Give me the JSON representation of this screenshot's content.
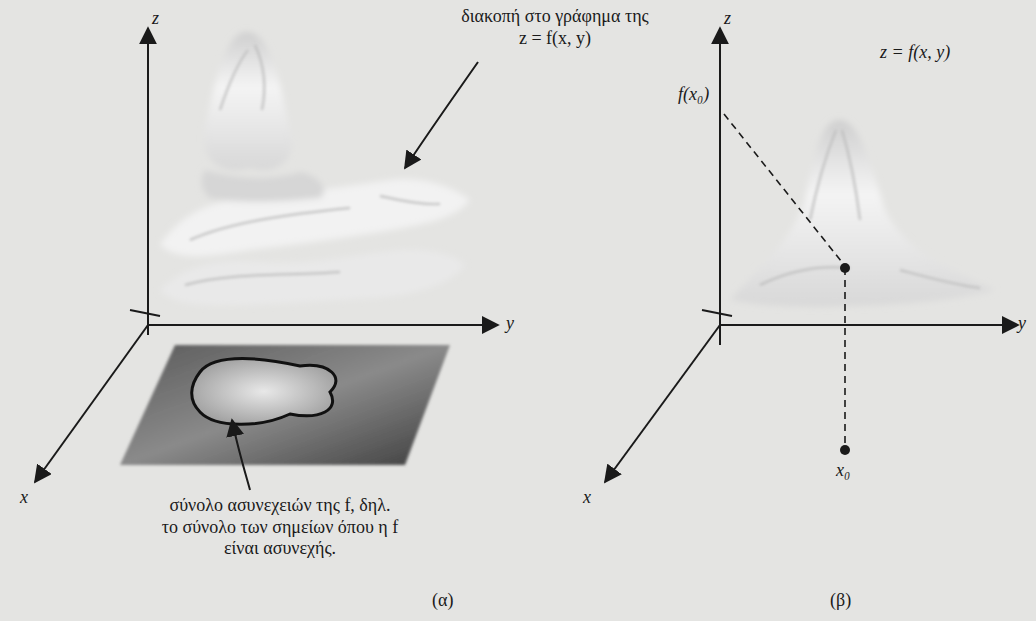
{
  "diagram": {
    "labels": [
      "z",
      "y",
      "x",
      "διακοπή στο γράφημα της z = f(x, y)",
      "σύνολο ασυνεχειών της f, δηλ. το σύνολο των σημείων όπου η f είναι ασυνεχής.",
      "(α)",
      "z",
      "f(x₀)",
      "z = f(x, y)",
      "y",
      "x",
      "x₀",
      "(β)"
    ]
  }
}
